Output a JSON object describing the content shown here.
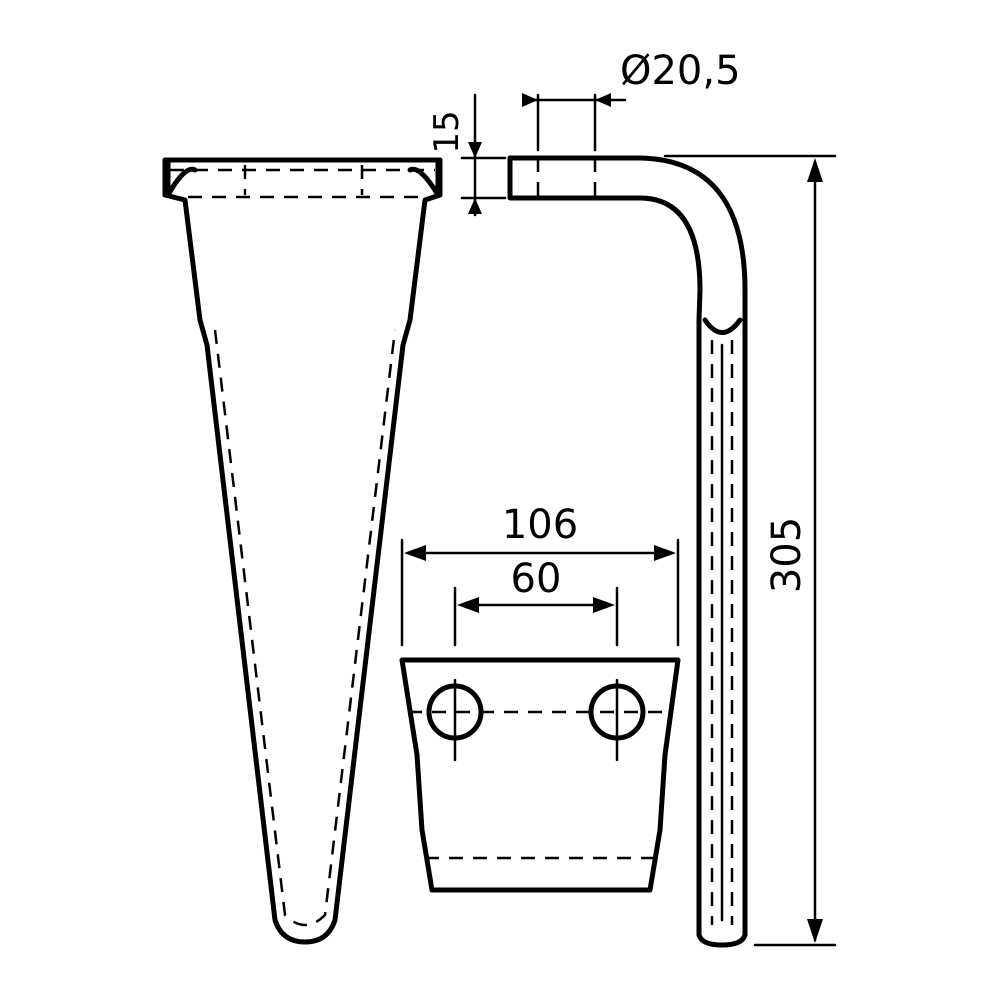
{
  "dimensions": {
    "height_total": "305",
    "width_outer": "106",
    "hole_spacing": "60",
    "diameter": "Ø20,5",
    "thickness": "15"
  },
  "colors": {
    "ink": "#000000",
    "paper": "#ffffff"
  }
}
